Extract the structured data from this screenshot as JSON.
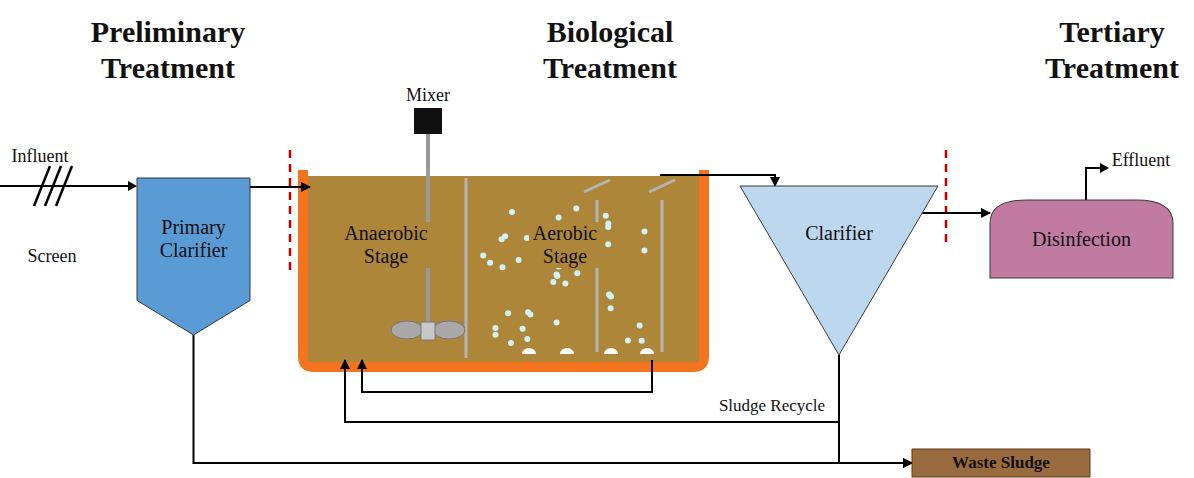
{
  "diagram": {
    "nodes": [
      {
        "text": [
          "Primary Clarifier"
        ]
      },
      {
        "text": [
          "Anaerobic Stage"
        ]
      },
      {
        "text": [
          "Aerobic Stage"
        ]
      },
      {
        "text": [
          "Clarifier"
        ]
      },
      {
        "text": [
          "Disinfection"
        ]
      },
      {
        "text": [
          "Waste Sludge"
        ]
      }
    ],
    "edges": [
      {
        "from": 0,
        "to": 1,
        "arrow": "to"
      },
      {
        "from": 2,
        "to": 3,
        "arrow": "to"
      },
      {
        "from": 3,
        "to": 4,
        "arrow": "to"
      },
      {
        "from": 3,
        "to": 1,
        "label": "Sludge Recycle",
        "arrow": "to"
      },
      {
        "from": 2,
        "to": 1,
        "arrow": "to"
      },
      {
        "from": 0,
        "to": 5,
        "arrow": "to"
      },
      {
        "from": 3,
        "to": 5,
        "arrow": "to"
      }
    ],
    "labels": [
      "Preliminary Treatment",
      "Biological Treatment",
      "Tertiary Treatment",
      "Influent",
      "Screen",
      "Mixer",
      "Effluent"
    ]
  }
}
